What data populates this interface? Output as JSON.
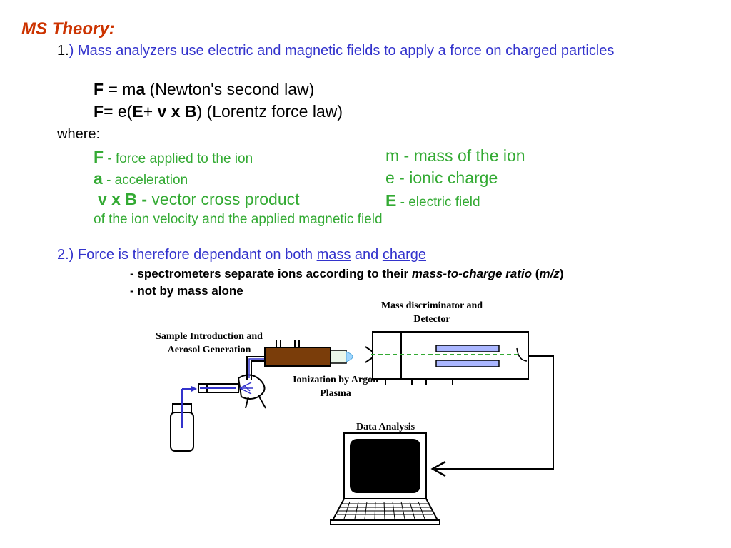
{
  "title": "MS Theory:",
  "point1": {
    "num": "1.",
    "text": ") Mass analyzers use electric and magnetic fields to apply a force on charged particles"
  },
  "equations": {
    "newton_F": "F",
    "newton_mid": " = m",
    "newton_a": "a",
    "newton_rest": " (Newton's second law)",
    "lorentz_F": "F",
    "lorentz_mid": "= e(",
    "lorentz_E": "E",
    "lorentz_plus": "+ ",
    "lorentz_vxB": "v x B",
    "lorentz_rest": ") (Lorentz force law)"
  },
  "where": "where:",
  "definitions": {
    "F_sym": "F",
    "F_text": " - force applied to the ion",
    "a_sym": "a",
    "a_text": " - acceleration",
    "vxB_sym": "v x B -",
    "vxB_text": " vector cross product",
    "vxB_cont": "of the ion velocity and the applied magnetic field",
    "m_text": "m - mass of the ion",
    "e_text": "e - ionic charge",
    "E_sym": "E",
    "E_text": " - electric field"
  },
  "point2": {
    "text_a": "2.) Force is therefore dependant on both ",
    "mass": "mass",
    "and": " and ",
    "charge": "charge",
    "sub1_a": "- spectrometers separate ions according to their ",
    "sub1_b": "mass-to-charge ratio",
    "sub1_c": " (",
    "sub1_d": "m/z",
    "sub1_e": ")",
    "sub2": "- not by mass alone"
  },
  "diagram": {
    "sample_label": "Sample Introduction and Aerosol Generation",
    "ionization_label": "Ionization by Argon Plasma",
    "discriminator_label": "Mass discriminator and Detector",
    "data_label": "Data Analysis"
  },
  "colors": {
    "title": "#cc3300",
    "blue_text": "#3333cc",
    "green_text": "#33aa33",
    "torch": "#7a3d0a",
    "beam": "#33aa33"
  }
}
